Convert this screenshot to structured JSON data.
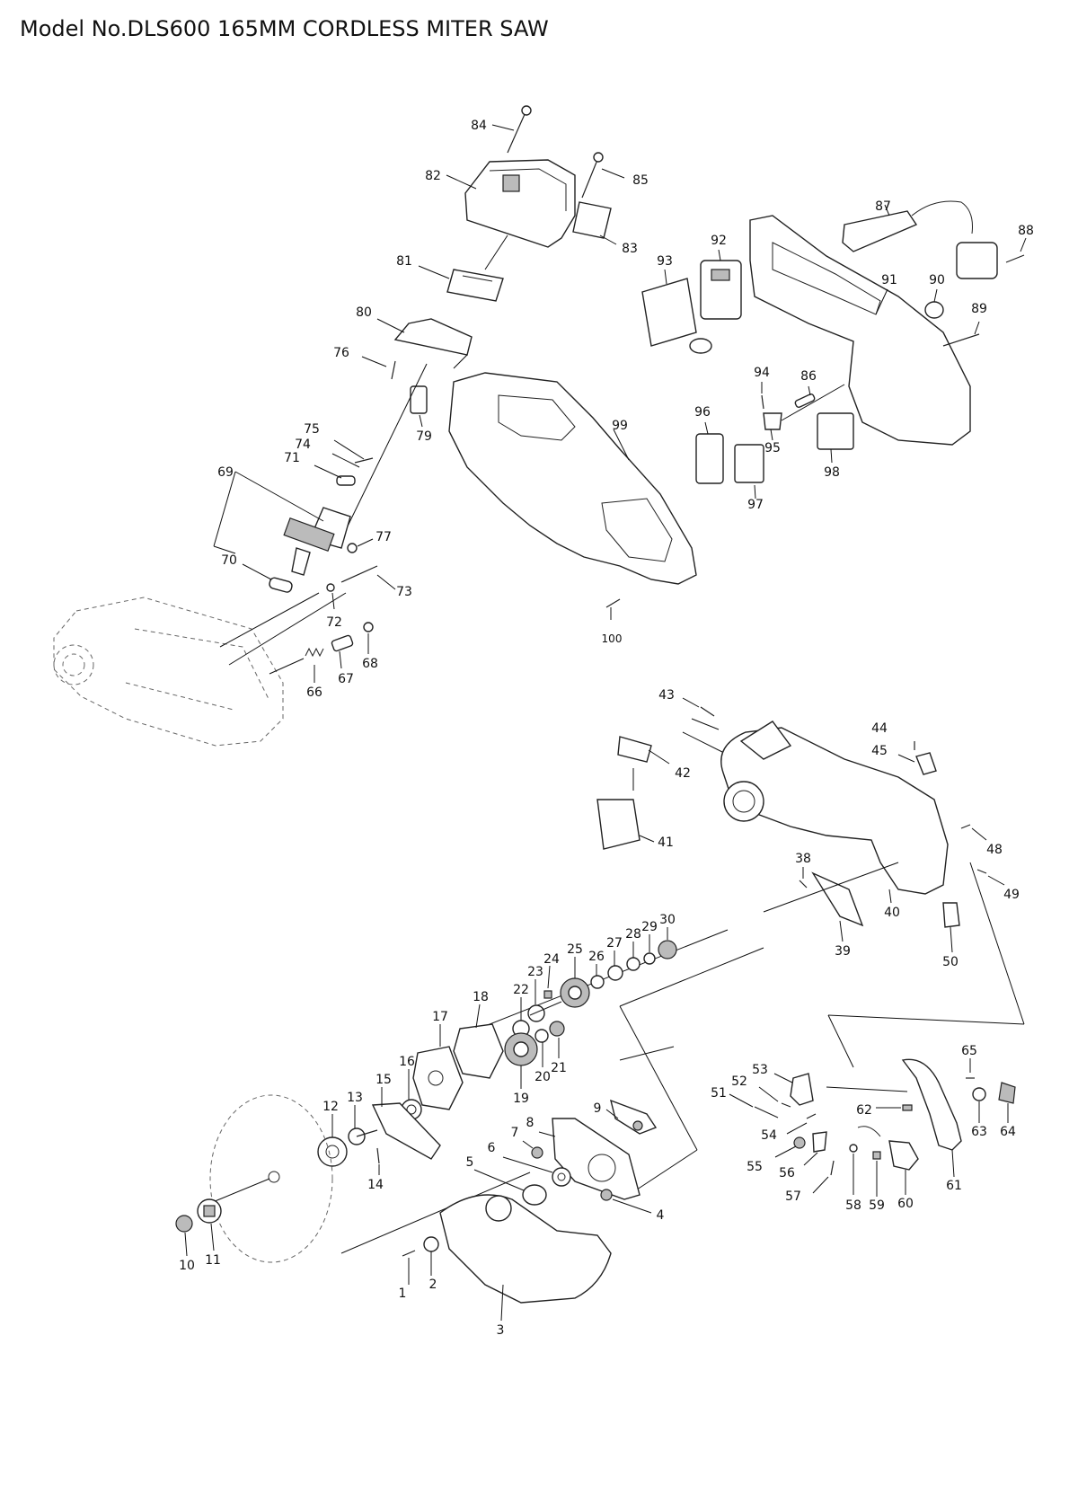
{
  "header": {
    "title": "Model No.DLS600 165MM CORDLESS MITER SAW"
  },
  "labels": {
    "p1": "1",
    "p2": "2",
    "p3": "3",
    "p4": "4",
    "p5": "5",
    "p6": "6",
    "p7": "7",
    "p8": "8",
    "p9": "9",
    "p10": "10",
    "p11": "11",
    "p12": "12",
    "p13": "13",
    "p14": "14",
    "p15": "15",
    "p16": "16",
    "p17": "17",
    "p18": "18",
    "p19": "19",
    "p20": "20",
    "p21": "21",
    "p22": "22",
    "p23": "23",
    "p24": "24",
    "p25": "25",
    "p26": "26",
    "p27": "27",
    "p28": "28",
    "p29": "29",
    "p30": "30",
    "p38": "38",
    "p39": "39",
    "p40": "40",
    "p41": "41",
    "p42": "42",
    "p43": "43",
    "p44": "44",
    "p45": "45",
    "p48": "48",
    "p49": "49",
    "p50": "50",
    "p51": "51",
    "p52": "52",
    "p53": "53",
    "p54": "54",
    "p55": "55",
    "p56": "56",
    "p57": "57",
    "p58": "58",
    "p59": "59",
    "p60": "60",
    "p61": "61",
    "p62": "62",
    "p63": "63",
    "p64": "64",
    "p65": "65",
    "p66": "66",
    "p67": "67",
    "p68": "68",
    "p69": "69",
    "p70": "70",
    "p71": "71",
    "p72": "72",
    "p73": "73",
    "p74": "74",
    "p75": "75",
    "p76": "76",
    "p77": "77",
    "p79": "79",
    "p80": "80",
    "p81": "81",
    "p82": "82",
    "p83": "83",
    "p84": "84",
    "p85": "85",
    "p86": "86",
    "p87": "87",
    "p88": "88",
    "p89": "89",
    "p90": "90",
    "p91": "91",
    "p92": "92",
    "p93": "93",
    "p94": "94",
    "p95": "95",
    "p96": "96",
    "p97": "97",
    "p98": "98",
    "p99": "99",
    "p100": "100"
  }
}
